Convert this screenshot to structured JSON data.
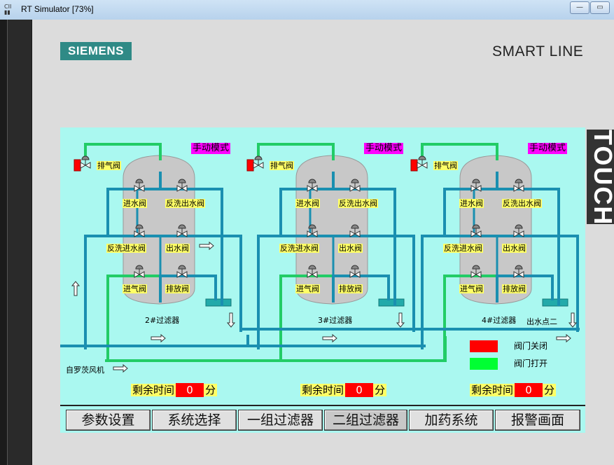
{
  "window": {
    "title": "RT Simulator [73%]",
    "icon": "CII app icon"
  },
  "brand": {
    "logo": "SIEMENS",
    "product": "SMART LINE",
    "side": "TOUCH"
  },
  "filters": [
    {
      "mode": "手动模式",
      "vent": "排气阀",
      "inlet": "进水阀",
      "bw_outlet": "反洗出水阀",
      "bw_inlet": "反洗进水阀",
      "outlet": "出水阀",
      "air_in": "进气阀",
      "drain": "排放阀",
      "name": "2#过滤器",
      "remain_label": "剩余时间",
      "remain_value": "0",
      "remain_unit": "分"
    },
    {
      "mode": "手动模式",
      "vent": "排气阀",
      "inlet": "进水阀",
      "bw_outlet": "反洗出水阀",
      "bw_inlet": "反洗进水阀",
      "outlet": "出水阀",
      "air_in": "进气阀",
      "drain": "排放阀",
      "name": "3#过滤器",
      "remain_label": "剩余时间",
      "remain_value": "0",
      "remain_unit": "分"
    },
    {
      "mode": "手动模式",
      "vent": "排气阀",
      "inlet": "进水阀",
      "bw_outlet": "反洗出水阀",
      "bw_inlet": "反洗进水阀",
      "outlet": "出水阀",
      "air_in": "进气阀",
      "drain": "排放阀",
      "name": "4#过滤器",
      "remain_label": "剩余时间",
      "remain_value": "0",
      "remain_unit": "分"
    }
  ],
  "labels": {
    "blower": "自罗茨风机",
    "outlet_point": "出水点二"
  },
  "legend": {
    "closed": "阀门关闭",
    "open": "阀门打开",
    "closed_color": "#ff0000",
    "open_color": "#00ff33"
  },
  "nav": [
    "参数设置",
    "系统选择",
    "一组过滤器",
    "二组过滤器",
    "加药系统",
    "报警画面"
  ],
  "nav_active": "二组过滤器",
  "colors": {
    "pipe": "#1a8fb0",
    "pipe_green": "#22cc66",
    "screen_bg": "#aaf8f0",
    "tank": "#c8c8c8",
    "mode_bg": "#ff00ff",
    "label_bg": "#ffff66"
  }
}
